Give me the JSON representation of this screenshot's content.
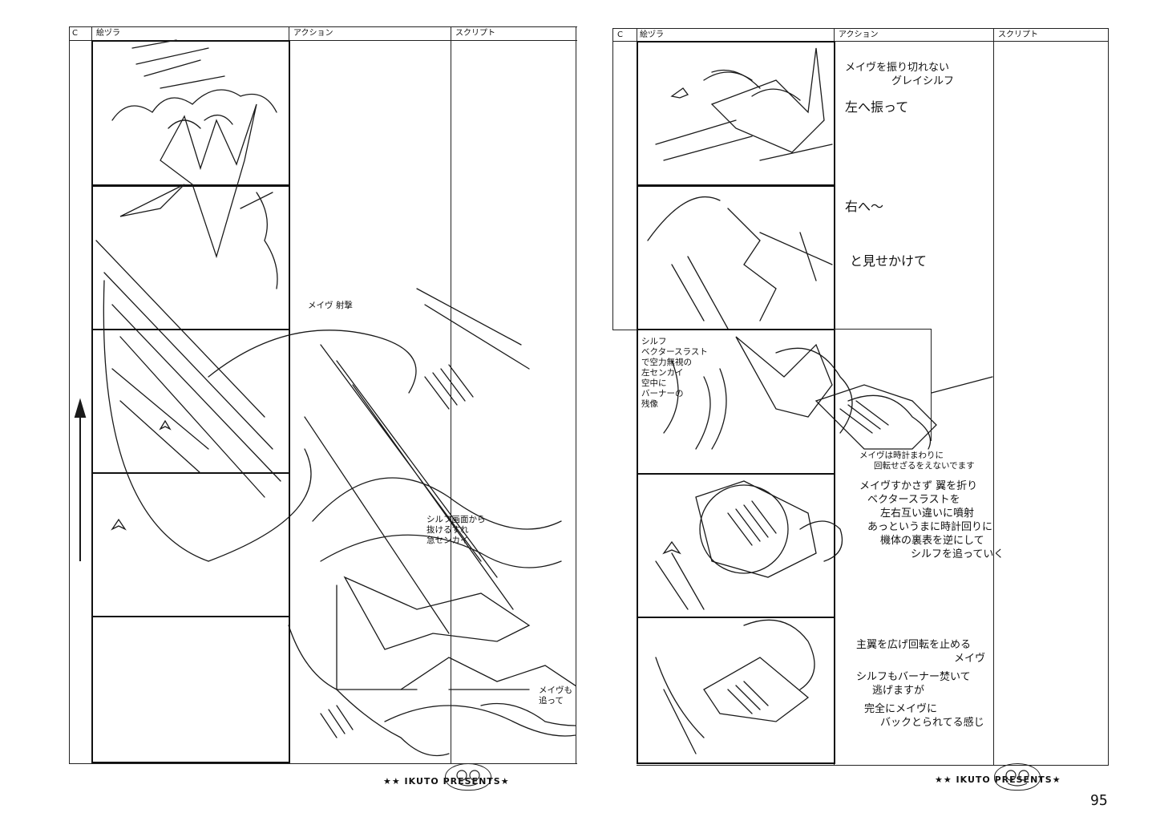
{
  "columns": {
    "cut": "C",
    "picture": "絵ヅラ",
    "action": "アクション",
    "script": "スクリプト"
  },
  "left_page": {
    "annotations": {
      "meig_fire": "メイヴ 射撃",
      "sylph_escape": [
        "シルフ画面から",
        "抜けるすれ",
        "急センカイ"
      ],
      "meig_follow": [
        "メイヴも",
        "追って"
      ]
    }
  },
  "right_page": {
    "page_number": "95",
    "actions": {
      "a1": [
        "メイヴを振り切れない",
        "グレイシルフ"
      ],
      "a2": "左へ振って",
      "a3": "右へ～",
      "a4": "と見せかけて",
      "a5": [
        "シルフ",
        "ベクタースラスト",
        "で空力無視の",
        "左センカイ",
        "空中に",
        "バーナーの",
        "残像"
      ],
      "a6": [
        "メイヴは時計まわりに",
        "回転せざるをえないでます"
      ],
      "a7": [
        "メイヴすかさず 翼を折り",
        "ベクタースラストを",
        "左右互い違いに噴射",
        "あっというまに時計回りに",
        "機体の裏表を逆にして",
        "シルフを追っていく"
      ],
      "a8": [
        "主翼を広げ回転を止める",
        "メイヴ",
        "シルフもバーナー焚いて",
        "逃げますが",
        "完全にメイヴに",
        "バックとられてる感じ"
      ]
    }
  },
  "footer": {
    "credit": "★★ IKUTO PRESENTS★"
  },
  "icons": {
    "logo": "cartoon-face-logo-icon",
    "arrow": "vertical-arrow-icon"
  }
}
